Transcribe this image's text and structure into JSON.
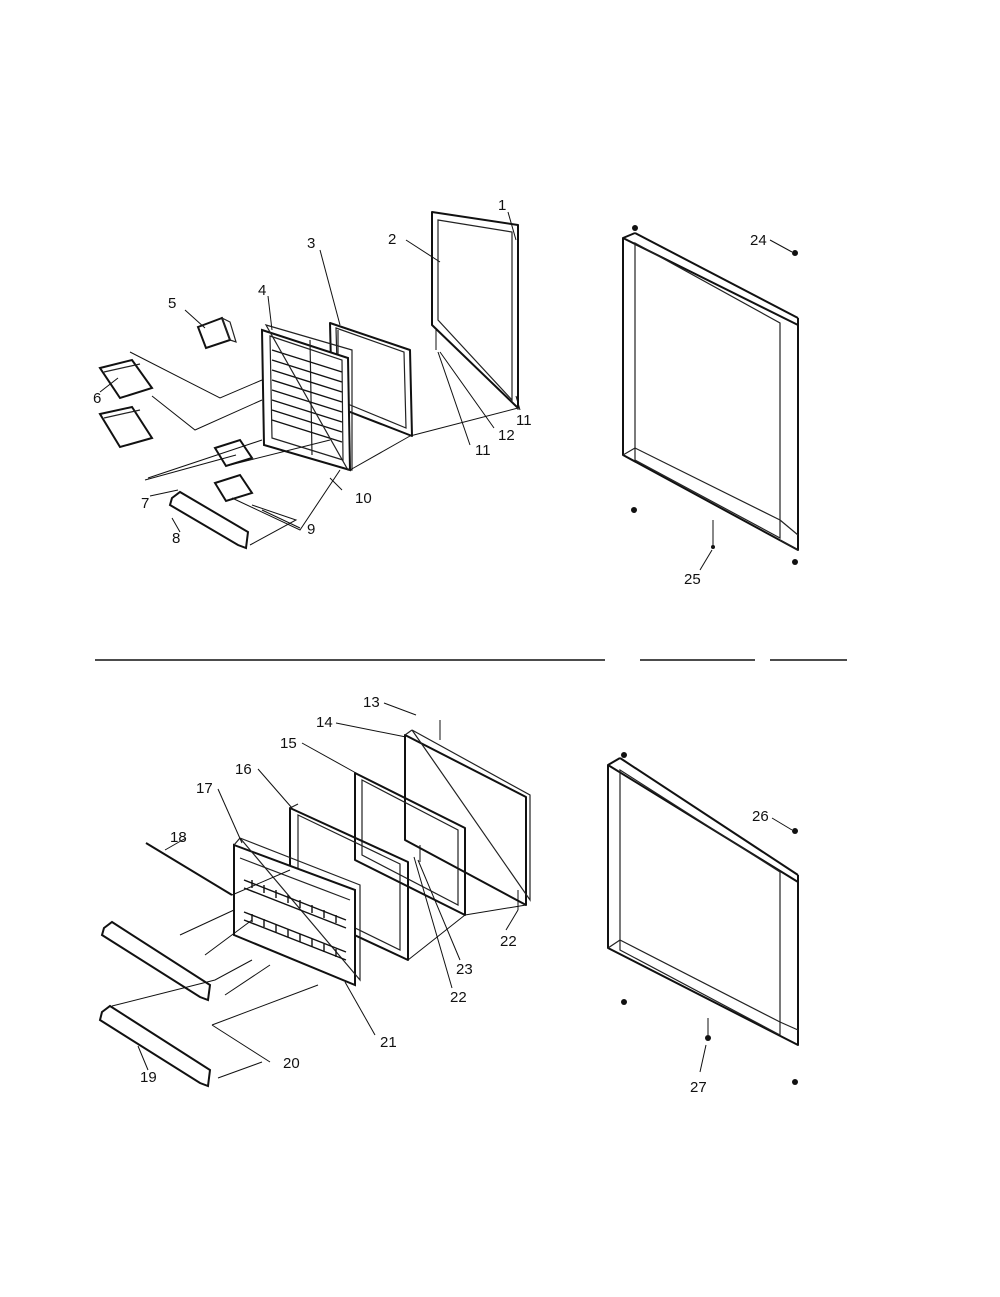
{
  "callouts": {
    "c1": "1",
    "c2": "2",
    "c3": "3",
    "c4": "4",
    "c5": "5",
    "c6": "6",
    "c7": "7",
    "c8": "8",
    "c9": "9",
    "c10": "10",
    "c11a": "11",
    "c11b": "11",
    "c12": "12",
    "c13": "13",
    "c14": "14",
    "c15": "15",
    "c16": "16",
    "c17": "17",
    "c18": "18",
    "c19": "19",
    "c20": "20",
    "c21": "21",
    "c22a": "22",
    "c22b": "22",
    "c23": "23",
    "c24": "24",
    "c25": "25",
    "c26": "26",
    "c27": "27"
  }
}
